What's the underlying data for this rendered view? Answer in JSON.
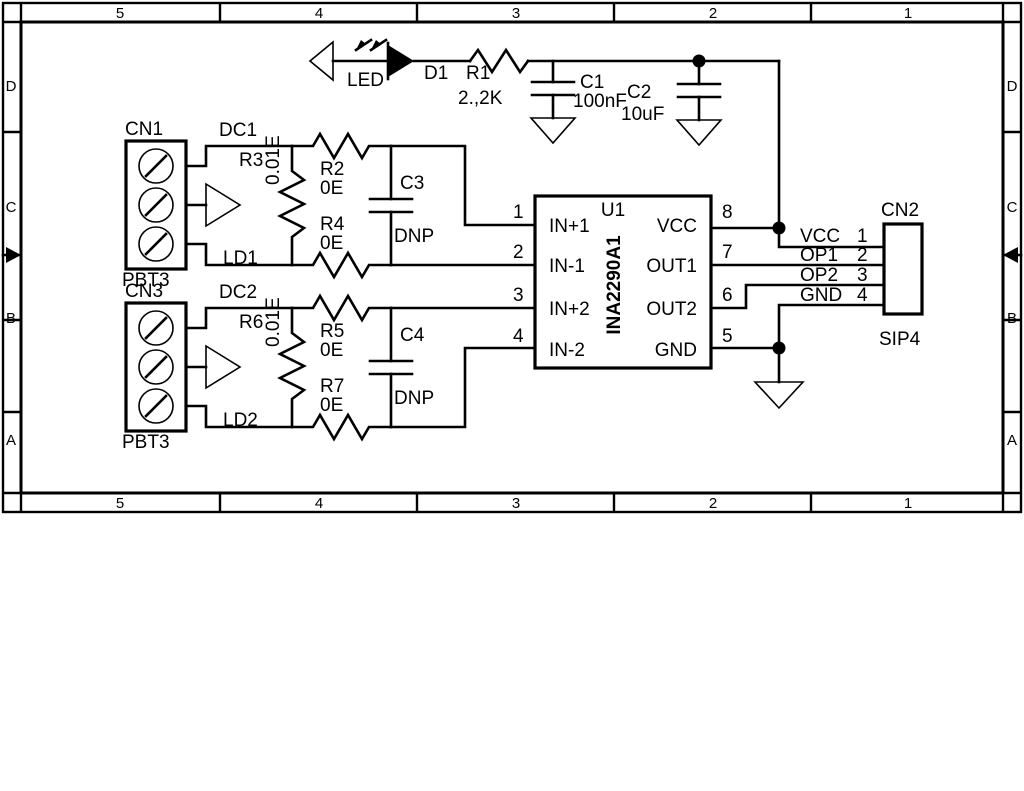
{
  "sheet": {
    "title": "INA2290A1 dual current-sense amplifier schematic",
    "background": "#ffffff",
    "line_color": "#000000",
    "zones": {
      "columns_top": [
        "5",
        "4",
        "3",
        "2",
        "1"
      ],
      "columns_bottom": [
        "5",
        "4",
        "3",
        "2",
        "1"
      ],
      "rows_left": [
        "D",
        "C",
        "B",
        "A"
      ],
      "rows_right": [
        "D",
        "C",
        "B",
        "A"
      ]
    }
  },
  "components": {
    "led_indicator": {
      "net_symbol": "arrow-left",
      "led_label": "LED",
      "diode_ref": "D1",
      "resistor_ref": "R1",
      "resistor_value": "2.,2K"
    },
    "decoupling": {
      "c1_ref": "C1",
      "c1_value": "100nF",
      "c2_ref": "C2",
      "c2_value": "10uF"
    },
    "channel1": {
      "connector_ref": "CN1",
      "connector_type": "PBT3",
      "node_high": "DC1",
      "node_low": "LD1",
      "shunt_ref": "R3",
      "shunt_value": "0.01E",
      "filter_r_top_ref": "R2",
      "filter_r_top_value": "0E",
      "filter_r_bot_ref": "R4",
      "filter_r_bot_value": "0E",
      "filter_c_ref": "C3",
      "filter_c_value": "DNP"
    },
    "channel2": {
      "connector_ref": "CN3",
      "connector_type": "PBT3",
      "node_high": "DC2",
      "node_low": "LD2",
      "shunt_ref": "R6",
      "shunt_value": "0.01E",
      "filter_r_top_ref": "R5",
      "filter_r_top_value": "0E",
      "filter_r_bot_ref": "R7",
      "filter_r_bot_value": "0E",
      "filter_c_ref": "C4",
      "filter_c_value": "DNP"
    },
    "ic": {
      "ref": "U1",
      "part": "INA2290A1",
      "pins_left": [
        {
          "number": "1",
          "name": "IN+1"
        },
        {
          "number": "2",
          "name": "IN-1"
        },
        {
          "number": "3",
          "name": "IN+2"
        },
        {
          "number": "4",
          "name": "IN-2"
        }
      ],
      "pins_right": [
        {
          "number": "8",
          "name": "VCC"
        },
        {
          "number": "7",
          "name": "OUT1"
        },
        {
          "number": "6",
          "name": "OUT2"
        },
        {
          "number": "5",
          "name": "GND"
        }
      ]
    },
    "output_connector": {
      "ref": "CN2",
      "type": "SIP4",
      "pins": [
        {
          "name": "VCC",
          "number": "1"
        },
        {
          "name": "OP1",
          "number": "2"
        },
        {
          "name": "OP2",
          "number": "3"
        },
        {
          "name": "GND",
          "number": "4"
        }
      ]
    }
  }
}
